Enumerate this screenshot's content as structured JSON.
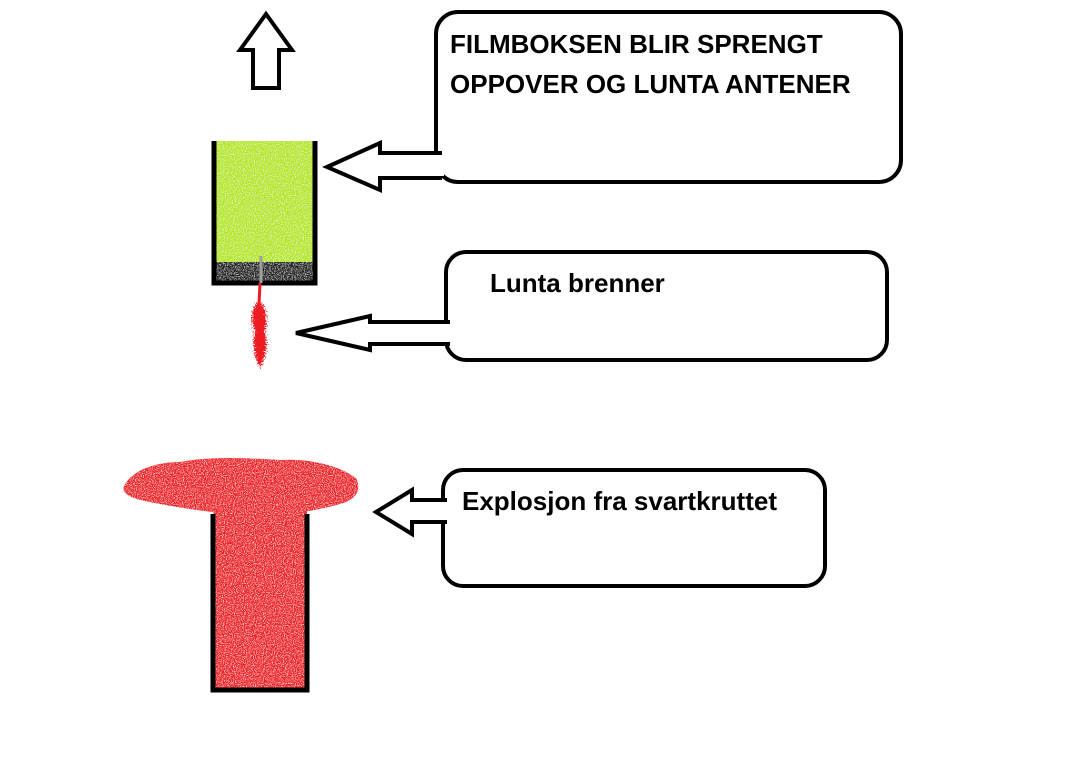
{
  "callouts": {
    "top": {
      "line1": "FILMBOKSEN BLIR SPRENGT",
      "line2": "OPPOVER OG LUNTA ANTENER"
    },
    "middle": {
      "text": "Lunta brenner"
    },
    "bottom": {
      "text": "Explosjon fra svartkruttet"
    }
  },
  "colors": {
    "canister_fill": "#b5e61d",
    "powder": "#1a1a1a",
    "fire": "#ed1c24",
    "fuse": "#a0a0a0",
    "outline": "#000000"
  }
}
